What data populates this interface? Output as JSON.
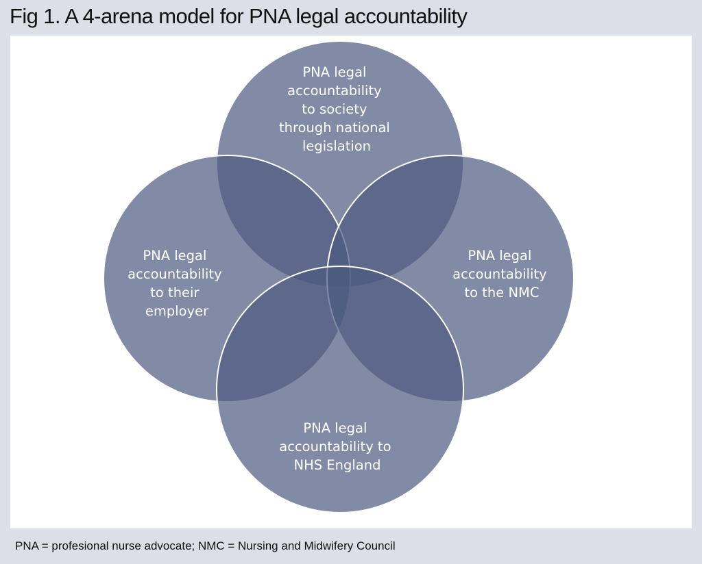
{
  "figure": {
    "title": "Fig 1. A 4-arena model for PNA legal accountability",
    "footnote": "PNA = profesional nurse advocate; NMC = Nursing and Midwifery Council"
  },
  "colors": {
    "page_background": "#dcdfe8",
    "panel_background": "#ffffff",
    "circle_fill": "#4d5a80",
    "circle_stroke": "#ffffff",
    "label_text": "#ffffff"
  },
  "arenas": [
    {
      "id": "society",
      "position": "top",
      "lines": [
        "PNA legal",
        "accountability",
        "to society",
        "through national",
        "legislation"
      ]
    },
    {
      "id": "employer",
      "position": "left",
      "lines": [
        "PNA legal",
        "accountability",
        "to their",
        "employer"
      ]
    },
    {
      "id": "nmc",
      "position": "right",
      "lines": [
        "PNA legal",
        "accountability",
        "to the NMC"
      ]
    },
    {
      "id": "nhs-england",
      "position": "bottom",
      "lines": [
        "PNA legal",
        "accountability to",
        "NHS England"
      ]
    }
  ]
}
